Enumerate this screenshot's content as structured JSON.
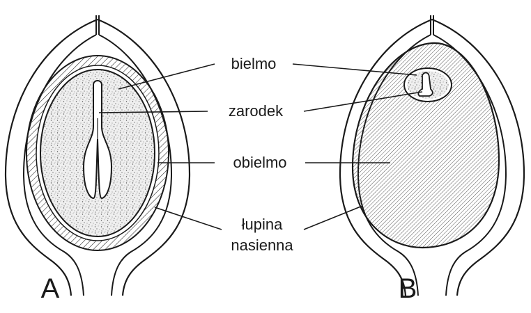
{
  "labels": {
    "endosperm": "bielmo",
    "embryo": "zarodek",
    "perisperm": "obielmo",
    "seed_coat_line1": "łupina",
    "seed_coat_line2": "nasienna"
  },
  "panels": {
    "left": "A",
    "right": "B"
  }
}
